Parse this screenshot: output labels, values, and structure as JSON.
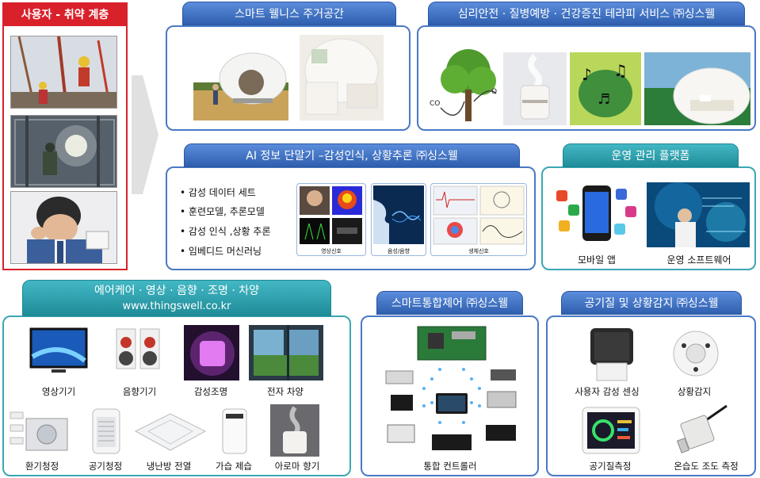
{
  "user_panel": {
    "title": "사용자 - 취약 계층"
  },
  "smart_wellness": {
    "title": "스마트 웰니스 주거공간"
  },
  "therapy": {
    "title": "심리안전 · 질병예방 · 건강증진 테라피 서비스 ㈜싱스웰",
    "co2_label": "CO",
    "o2_label": "O"
  },
  "ai_terminal": {
    "title": "AI 정보 단말기 –감성인식, 상황추론 ㈜싱스웰",
    "bullets": [
      "감성 데이터 세트",
      "훈련모델, 추론모델",
      "감성 인식 ,상황 추론",
      "임베디드 머신러닝"
    ],
    "panel_labels": [
      "영상신호",
      "음성/음향",
      "생체신호"
    ]
  },
  "platform": {
    "title": "운영 관리 플랫폼",
    "items": [
      "모바일 앱",
      "운영 소프트웨어"
    ]
  },
  "aircare": {
    "title": "에어케어 · 영상 · 음향 · 조명 · 차양",
    "url": "www.thingswell.co.kr",
    "items": [
      "영상기기",
      "음향기기",
      "감성조명",
      "전자 차양",
      "환기청정",
      "공기청정",
      "냉난방 전열",
      "가습 제습",
      "아로마 향기"
    ]
  },
  "integrated": {
    "title": "스마트통합제어 ㈜싱스웰",
    "caption": "통합 컨트롤러"
  },
  "airquality": {
    "title": "공기질 및 상황감지 ㈜싱스웰",
    "items": [
      "사용자 감성 센싱",
      "상황감지",
      "공기질측정",
      "온습도 조도 측정"
    ]
  },
  "colors": {
    "red": "#d9212b",
    "blue": "#4a79c5",
    "teal": "#3ba7b3"
  }
}
